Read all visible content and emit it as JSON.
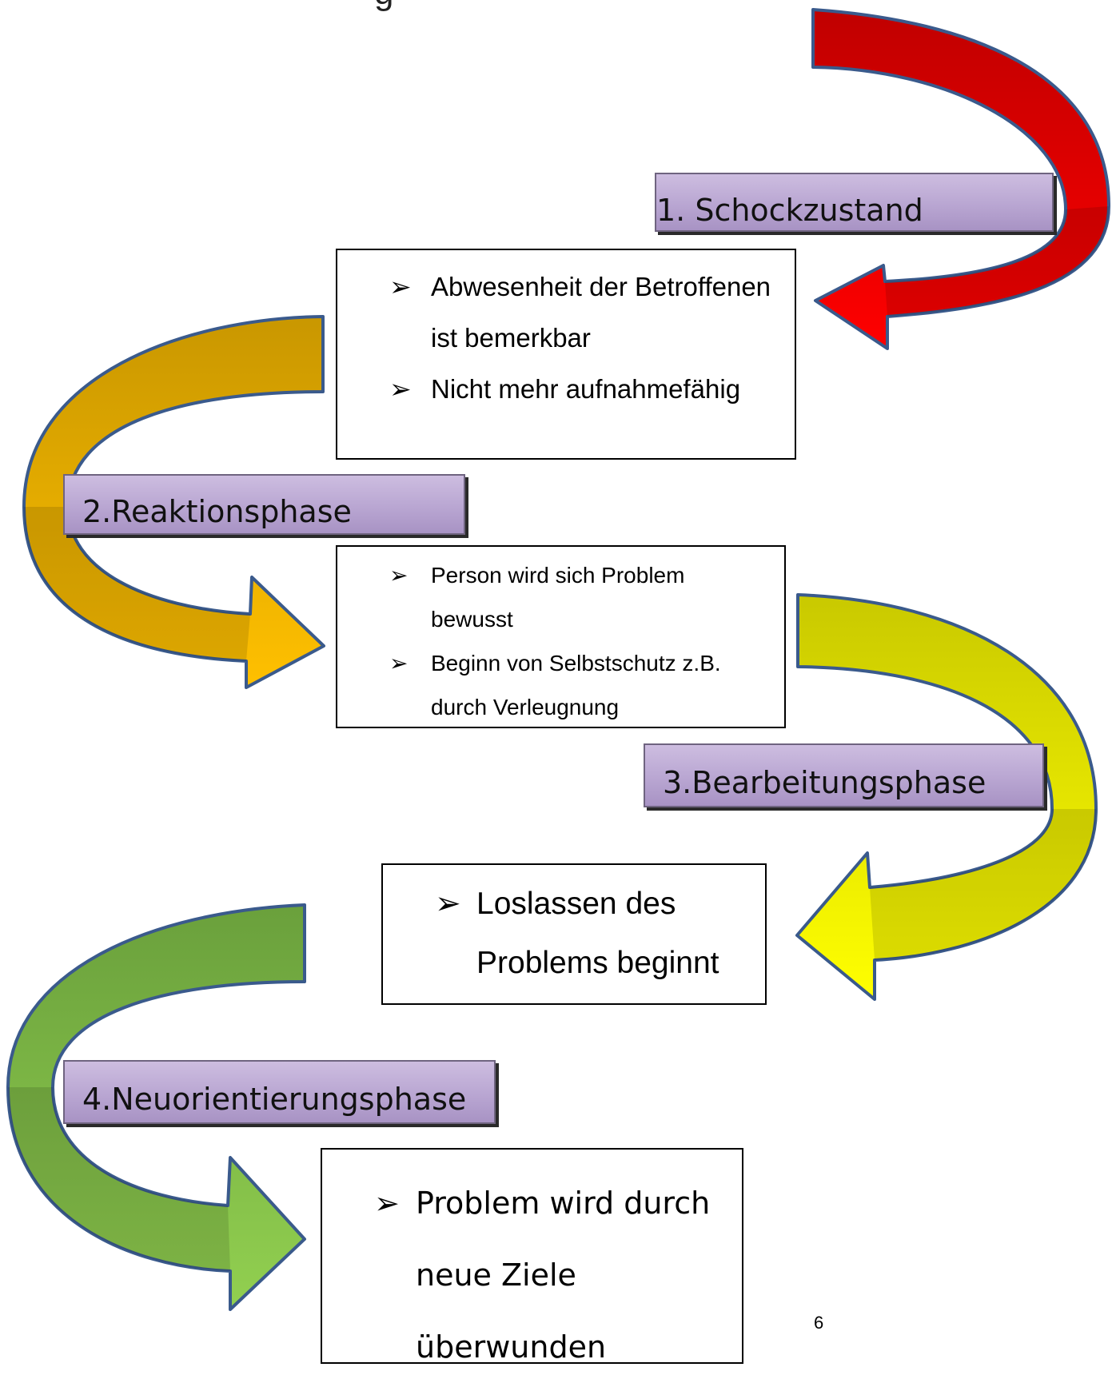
{
  "page": {
    "title_fragment": "g",
    "page_number": "6"
  },
  "icons": {
    "bullet": "arrow-bullet-icon"
  },
  "colors": {
    "phase1_arrow": [
      "#c00000",
      "#ff0000"
    ],
    "phase2_arrow": [
      "#c99700",
      "#ffc000"
    ],
    "phase3_arrow": [
      "#c9c900",
      "#ffff00"
    ],
    "phase4_arrow": [
      "#6aa03c",
      "#92d050"
    ],
    "label_fill": "#b9a6d2",
    "arrow_outline": "#3a5a8c"
  },
  "phases": [
    {
      "label": "1. Schockzustand",
      "bullets": [
        "Abwesenheit der Betroffenen ist bemerkbar",
        "Nicht mehr aufnahmefähig"
      ]
    },
    {
      "label": "2.Reaktionsphase",
      "bullets": [
        "Person wird sich Problem bewusst",
        "Beginn von Selbstschutz z.B. durch Verleugnung"
      ]
    },
    {
      "label": "3.Bearbeitungsphase",
      "bullets": [
        "Loslassen des Problems beginnt"
      ]
    },
    {
      "label": "4.Neuorientierungsphase",
      "bullets": [
        "Problem wird durch neue Ziele überwunden"
      ]
    }
  ]
}
